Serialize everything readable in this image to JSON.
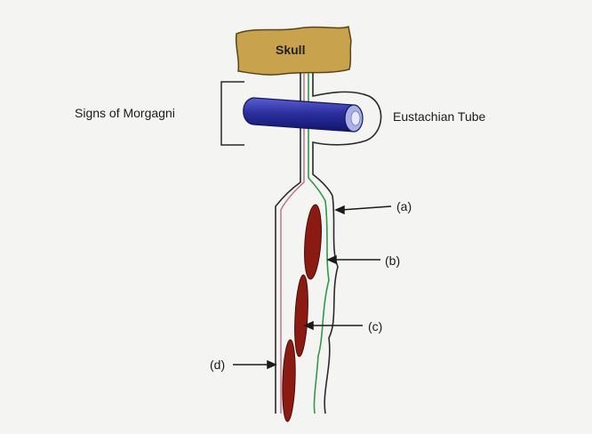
{
  "labels": {
    "skull": "Skull",
    "signs_of_morgagni": "Signs of Morgagni",
    "eustachian_tube": "Eustachian Tube",
    "a": "(a)",
    "b": "(b)",
    "c": "(c)",
    "d": "(d)"
  },
  "colors": {
    "background": "#f4f4f2",
    "skull": "#c9a24e",
    "tube_blue": "#2b2f9e",
    "tube_light": "#a8b0e6",
    "mucosa_green": "#2e9a4a",
    "wall_pink": "#c06a8a",
    "muscle_red": "#8b1a12",
    "outline": "#2a2a2a"
  }
}
